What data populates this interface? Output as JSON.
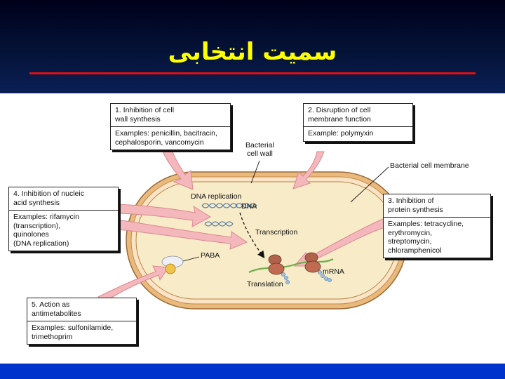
{
  "slide": {
    "title": "سمیت انتخابی"
  },
  "colors": {
    "header_bg": "#05143a",
    "title": "#ffff00",
    "rule": "#e01010",
    "footer": "#0033cc",
    "cell_fill": "#f7e9c4",
    "cell_wall": "#e9b87a",
    "arrow": "#f3b9bd"
  },
  "boxes": {
    "box1": {
      "heading": "1. Inhibition of cell\n    wall synthesis",
      "examples": "Examples: penicillin, bacitracin,\n    cephalosporin, vancomycin"
    },
    "box2": {
      "heading": "2. Disruption of cell\n    membrane function",
      "examples": "Example: polymyxin"
    },
    "box3": {
      "heading": "3. Inhibition of\n    protein synthesis",
      "examples": "Examples: tetracycline,\n    erythromycin,\n    streptomycin,\n    chloramphenicol"
    },
    "box4": {
      "heading": "4. Inhibition of nucleic\n    acid synthesis",
      "examples": "Examples: rifamycin\n    (transcription),\n    quinolones\n    (DNA replication)"
    },
    "box5": {
      "heading": "5. Action as\n    antimetabolites",
      "examples": "Examples: sulfonilamide,\n    trimethoprim"
    }
  },
  "labels": {
    "cell_wall": "Bacterial\ncell wall",
    "cell_membrane": "Bacterial cell membrane",
    "dna_replication": "DNA replication",
    "dna": "DNA",
    "transcription": "Transcription",
    "paba": "PABA",
    "mrna": "mRNA",
    "translation": "Translation"
  }
}
